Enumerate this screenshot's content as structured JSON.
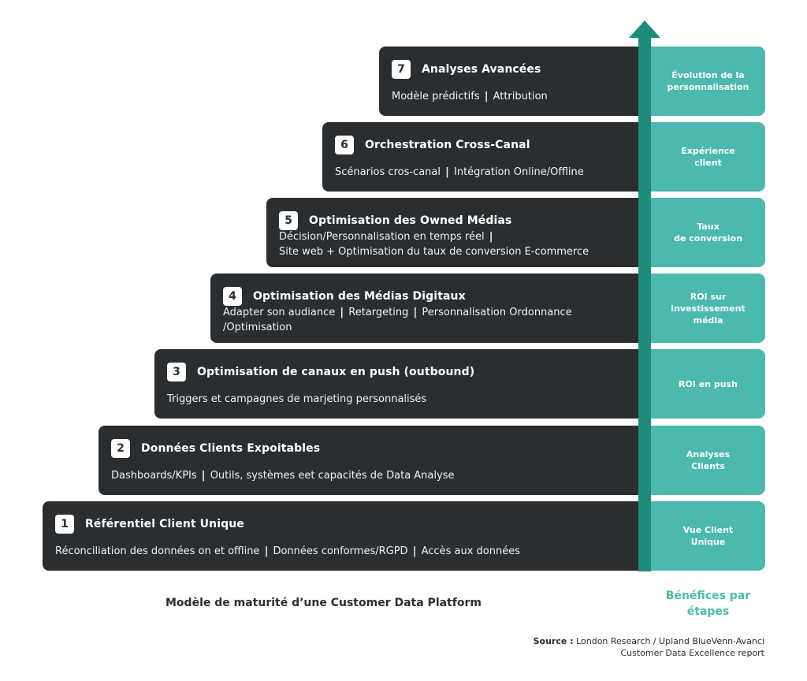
{
  "steps": [
    {
      "num": "7",
      "title": "Analyses Avancées",
      "desc_1": "Modèle prédictifs",
      "desc_2": "Attribution"
    },
    {
      "num": "6",
      "title": "Orchestration Cross-Canal",
      "desc_1": "Scénarios cros-canal",
      "desc_2": "Intégration Online/Offline"
    },
    {
      "num": "5",
      "title": "Optimisation des Owned Médias",
      "desc_1": "Décision/Personnalisation en temps réel",
      "desc_2": "Site web + Optimisation du taux de conversion E-commerce"
    },
    {
      "num": "4",
      "title": "Optimisation des Médias Digitaux",
      "desc_1": "Adapter son audiance",
      "desc_2": "Retargeting",
      "desc_3": "Personnalisation Ordonnance",
      "desc_4": "/Optimisation"
    },
    {
      "num": "3",
      "title": "Optimisation de canaux en push (outbound)",
      "desc_1": "Triggers et campagnes de marjeting personnalisés"
    },
    {
      "num": "2",
      "title": "Données Clients Expoitables",
      "desc_1": "Dashboards/KPIs",
      "desc_2": "Outils, systèmes eet capacités de Data Analyse"
    },
    {
      "num": "1",
      "title": "Référentiel Client Unique",
      "desc_1": "Réconciliation des données on et offline",
      "desc_2": "Données conformes/RGPD",
      "desc_3": "Accès aux données"
    }
  ],
  "benefits": [
    {
      "line_1": "Évolution de la",
      "line_2": "personnalisation"
    },
    {
      "line_1": "Expérience",
      "line_2": "client"
    },
    {
      "line_1": "Taux",
      "line_2": "de conversion"
    },
    {
      "line_1": "ROI sur",
      "line_2": "investissement",
      "line_3": "média"
    },
    {
      "line_1": "ROI en push"
    },
    {
      "line_1": "Analyses",
      "line_2": "Clients"
    },
    {
      "line_1": "Vue Client",
      "line_2": "Unique"
    }
  ],
  "caption": "Modèle de maturité d’une Customer Data Platform",
  "benefits_label": {
    "line_1": "Bénéfices par",
    "line_2": "étapes"
  },
  "source": {
    "label": "Source :",
    "text_1": "London Research / Upland BlueVenn-Avanci",
    "text_2": "Customer Data Excellence report"
  },
  "colors": {
    "step_bg": "#2a2e31",
    "benefit_bg": "#4bb9ad",
    "arrow": "#1e8c7d"
  }
}
